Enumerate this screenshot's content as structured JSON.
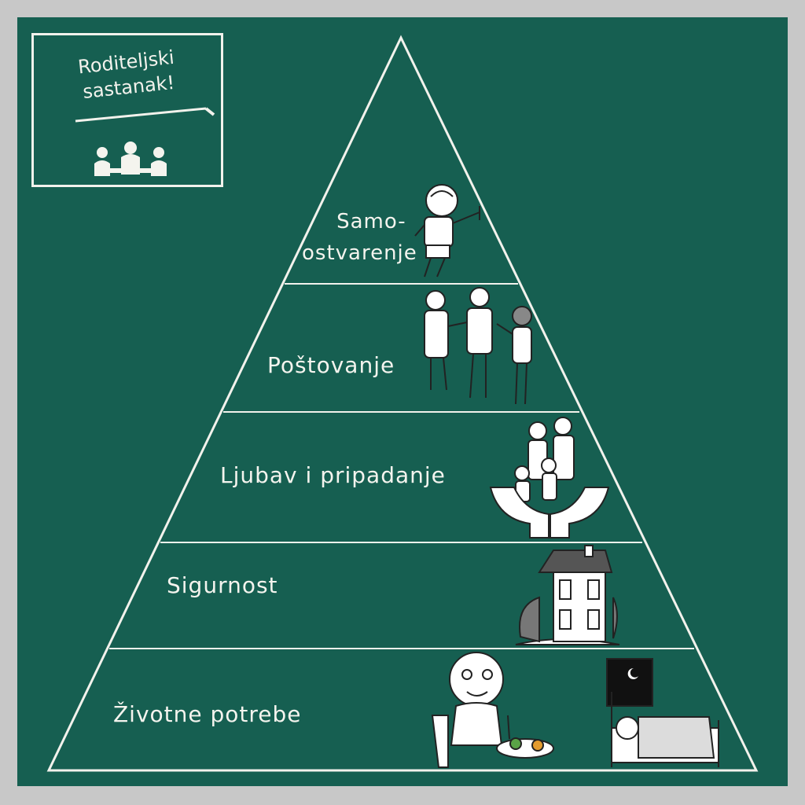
{
  "badge": {
    "line1": "Roditeljski",
    "line2": "sastanak!",
    "icon": "people-at-table-icon"
  },
  "pyramid": {
    "levels": [
      {
        "key": "self_actualization",
        "label_line1": "Samo-",
        "label_line2": "ostvarenje",
        "illustration": "happy-boy-icon"
      },
      {
        "key": "esteem",
        "label": "Poštovanje",
        "illustration": "people-shaking-hands-icon"
      },
      {
        "key": "love",
        "label": "Ljubav i pripadanje",
        "illustration": "family-in-hands-icon"
      },
      {
        "key": "safety",
        "label": "Sigurnost",
        "illustration": "house-icon"
      },
      {
        "key": "physiological",
        "label": "Životne potrebe",
        "illustration": "child-eating-and-sleeping-icon"
      }
    ]
  },
  "colors": {
    "board": "#165f51",
    "frame": "#c8c8c8",
    "chalk": "#f4f4ee"
  }
}
